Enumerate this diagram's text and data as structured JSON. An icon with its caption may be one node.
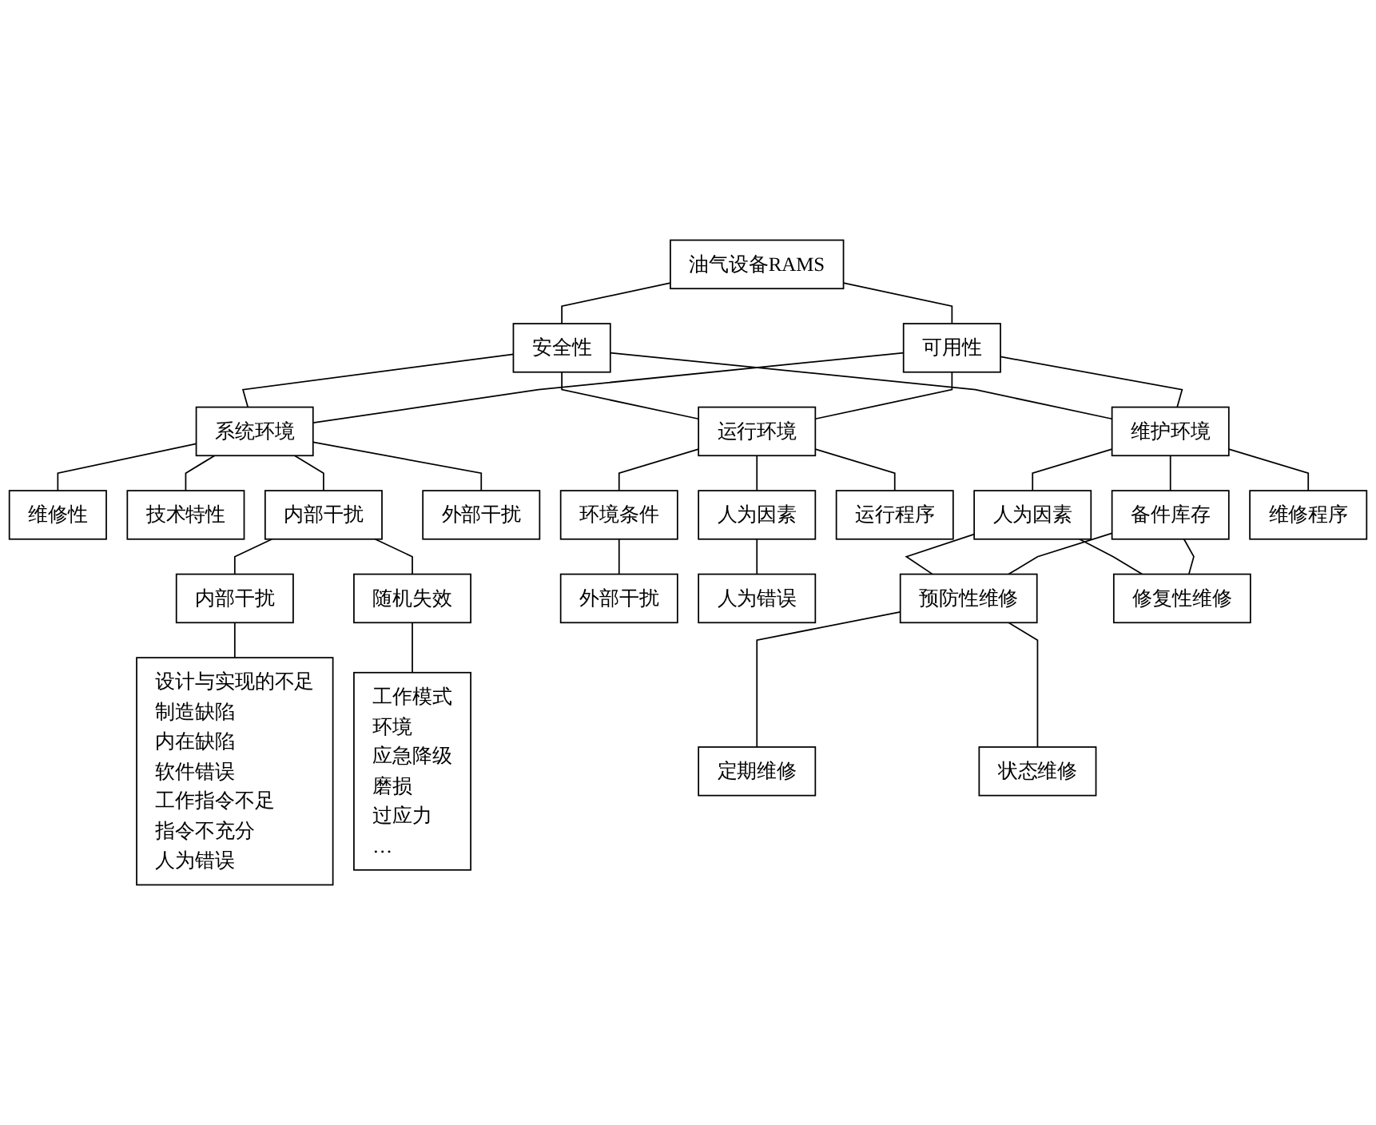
{
  "diagram": {
    "nodes": [
      {
        "text": [
          "油气设备RAMS"
        ]
      },
      {
        "text": [
          "安全性"
        ]
      },
      {
        "text": [
          "可用性"
        ]
      },
      {
        "text": [
          "系统环境"
        ]
      },
      {
        "text": [
          "运行环境"
        ]
      },
      {
        "text": [
          "维护环境"
        ]
      },
      {
        "text": [
          "维修性"
        ]
      },
      {
        "text": [
          "技术特性"
        ]
      },
      {
        "text": [
          "内部干扰"
        ]
      },
      {
        "text": [
          "外部干扰"
        ]
      },
      {
        "text": [
          "环境条件"
        ]
      },
      {
        "text": [
          "人为因素"
        ]
      },
      {
        "text": [
          "运行程序"
        ]
      },
      {
        "text": [
          "人为因素"
        ]
      },
      {
        "text": [
          "备件库存"
        ]
      },
      {
        "text": [
          "维修程序"
        ]
      },
      {
        "text": [
          "内部干扰"
        ]
      },
      {
        "text": [
          "随机失效"
        ]
      },
      {
        "text": [
          "外部干扰"
        ]
      },
      {
        "text": [
          "人为错误"
        ]
      },
      {
        "text": [
          "预防性维修"
        ]
      },
      {
        "text": [
          "修复性维修"
        ]
      },
      {
        "text": [
          "定期维修"
        ]
      },
      {
        "text": [
          "状态维修"
        ]
      },
      {
        "text": [
          "设计与实现的不足",
          "制造缺陷",
          "内在缺陷",
          "软件错误",
          "工作指令不足",
          "指令不充分",
          "人为错误"
        ]
      },
      {
        "text": [
          "工作模式",
          "环境",
          "应急降级",
          "磨损",
          "过应力",
          "…"
        ]
      }
    ],
    "edges": [
      {
        "from": 0,
        "to": 1,
        "arrow": "none"
      },
      {
        "from": 0,
        "to": 2,
        "arrow": "none"
      },
      {
        "from": 1,
        "to": 3,
        "arrow": "none"
      },
      {
        "from": 1,
        "to": 4,
        "arrow": "none"
      },
      {
        "from": 1,
        "to": 5,
        "arrow": "none"
      },
      {
        "from": 2,
        "to": 3,
        "arrow": "none"
      },
      {
        "from": 2,
        "to": 4,
        "arrow": "none"
      },
      {
        "from": 2,
        "to": 5,
        "arrow": "none"
      },
      {
        "from": 3,
        "to": 6,
        "arrow": "none"
      },
      {
        "from": 3,
        "to": 7,
        "arrow": "none"
      },
      {
        "from": 3,
        "to": 8,
        "arrow": "none"
      },
      {
        "from": 3,
        "to": 9,
        "arrow": "none"
      },
      {
        "from": 4,
        "to": 10,
        "arrow": "none"
      },
      {
        "from": 4,
        "to": 11,
        "arrow": "none"
      },
      {
        "from": 4,
        "to": 12,
        "arrow": "none"
      },
      {
        "from": 5,
        "to": 13,
        "arrow": "none"
      },
      {
        "from": 5,
        "to": 14,
        "arrow": "none"
      },
      {
        "from": 5,
        "to": 15,
        "arrow": "none"
      },
      {
        "from": 8,
        "to": 16,
        "arrow": "none"
      },
      {
        "from": 8,
        "to": 17,
        "arrow": "none"
      },
      {
        "from": 10,
        "to": 18,
        "arrow": "none"
      },
      {
        "from": 11,
        "to": 19,
        "arrow": "none"
      },
      {
        "from": 13,
        "to": 20,
        "arrow": "none"
      },
      {
        "from": 13,
        "to": 21,
        "arrow": "none"
      },
      {
        "from": 14,
        "to": 20,
        "arrow": "none"
      },
      {
        "from": 14,
        "to": 21,
        "arrow": "none"
      },
      {
        "from": 20,
        "to": 22,
        "arrow": "none"
      },
      {
        "from": 20,
        "to": 23,
        "arrow": "none"
      },
      {
        "from": 16,
        "to": 24,
        "arrow": "none"
      },
      {
        "from": 17,
        "to": 25,
        "arrow": "none"
      }
    ]
  }
}
